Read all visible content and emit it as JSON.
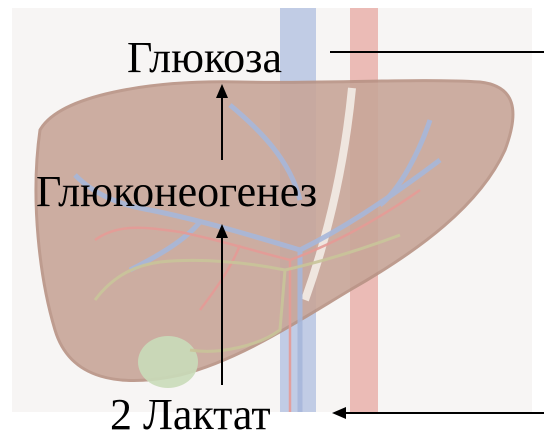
{
  "labels": {
    "glucose": "Глюкоза",
    "gluconeogenesis": "Глюконеогенез",
    "lactate": "2 Лактат"
  },
  "colors": {
    "liver": "#c9a79a",
    "liver_edge": "#b89385",
    "gallbladder": "#c6dcb6",
    "vein_blue": "#a9b9dc",
    "artery_red": "#e6a0a0",
    "text": "#000000"
  }
}
